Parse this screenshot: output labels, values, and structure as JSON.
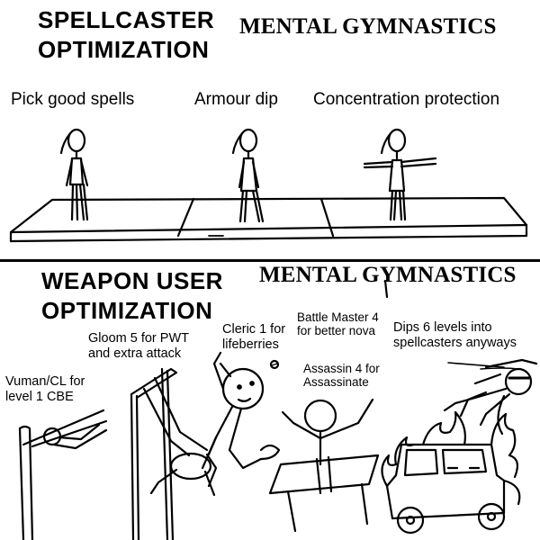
{
  "top_panel": {
    "title_left": "SPELLCASTER\nOPTIMIZATION",
    "title_right": "MENTAL GYMNASTICS",
    "labels": [
      "Pick good spells",
      "Armour dip",
      "Concentration protection"
    ]
  },
  "bottom_panel": {
    "title_left": "WEAPON USER\nOPTIMIZATION",
    "title_right": "MENTAL GYMNASTICS",
    "labels": {
      "vuman": "Vuman/CL for\nlevel 1 CBE",
      "gloom": "Gloom 5 for PWT\nand extra attack",
      "cleric": "Cleric 1 for\nlifeberries",
      "battle_master": "Battle Master 4\nfor better nova",
      "assassin": "Assassin 4 for\nAssassinate",
      "dips": "Dips 6 levels into\nspellcasters anyways"
    }
  }
}
